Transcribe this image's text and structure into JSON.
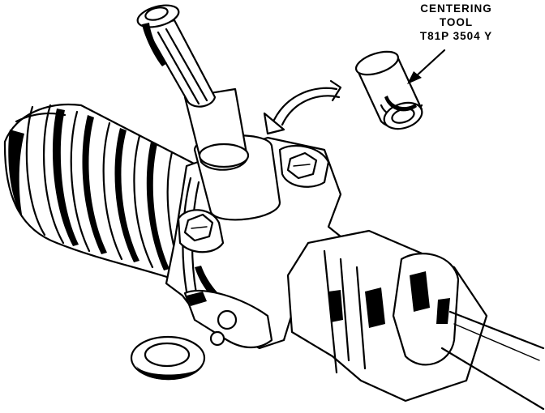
{
  "label": {
    "line1": "CENTERING",
    "line2": "TOOL",
    "line3": "T81P 3504 Y"
  }
}
